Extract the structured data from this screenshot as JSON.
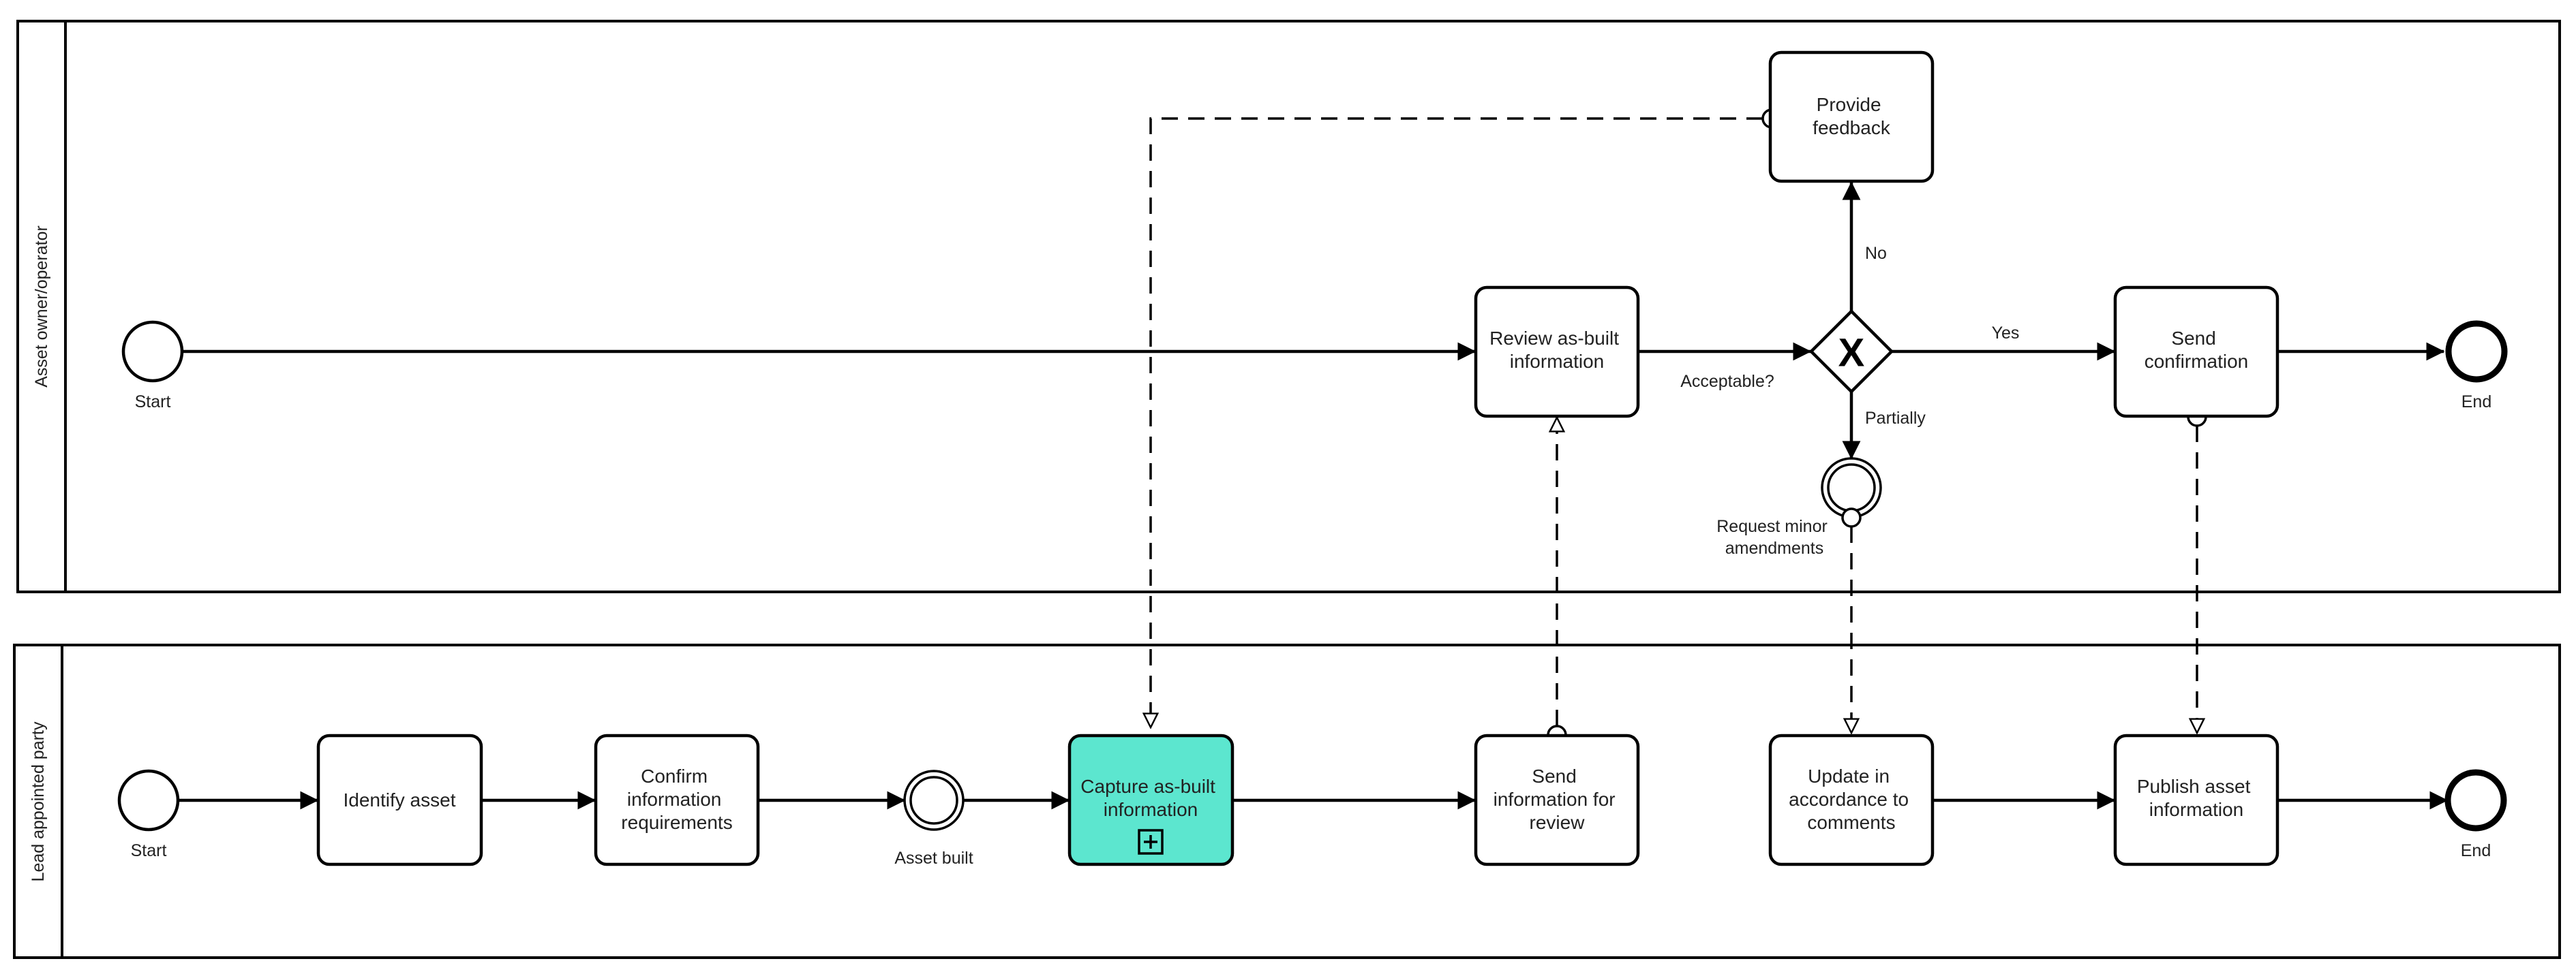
{
  "colors": {
    "stroke": "#000000",
    "task_fill": "#ffffff",
    "highlight_fill": "#5ce6cf",
    "text": "#222222"
  },
  "lanes": [
    {
      "id": "owner",
      "label": "Asset owner/operator"
    },
    {
      "id": "lead",
      "label": "Lead appointed party"
    }
  ],
  "events": {
    "start_owner": {
      "label": "Start",
      "kind": "start"
    },
    "end_owner": {
      "label": "End",
      "kind": "end"
    },
    "start_lead": {
      "label": "Start",
      "kind": "start"
    },
    "asset_built": {
      "label": "Asset built",
      "kind": "intermediate"
    },
    "request_minor": {
      "lines": [
        "Request minor",
        "amendments"
      ],
      "kind": "intermediate"
    },
    "end_lead": {
      "label": "End",
      "kind": "end"
    }
  },
  "gateway": {
    "label": "Acceptable?",
    "symbol": "X",
    "flows": {
      "no": "No",
      "yes": "Yes",
      "partially": "Partially"
    }
  },
  "tasks": {
    "provide_feedback": {
      "lines": [
        "Provide",
        "feedback"
      ]
    },
    "review_info": {
      "lines": [
        "Review as-built",
        "information"
      ]
    },
    "send_confirmation": {
      "lines": [
        "Send",
        "confirmation"
      ]
    },
    "identify_asset": {
      "lines": [
        "Identify asset"
      ]
    },
    "confirm_requirements": {
      "lines": [
        "Confirm",
        "information",
        "requirements"
      ]
    },
    "capture_info": {
      "lines": [
        "Capture as-built",
        "information"
      ],
      "highlighted": true,
      "subprocess_marker": "plus-icon"
    },
    "send_for_review": {
      "lines": [
        "Send",
        "information for",
        "review"
      ]
    },
    "update_comments": {
      "lines": [
        "Update in",
        "accordance to",
        "comments"
      ]
    },
    "publish_info": {
      "lines": [
        "Publish asset",
        "information"
      ]
    }
  }
}
